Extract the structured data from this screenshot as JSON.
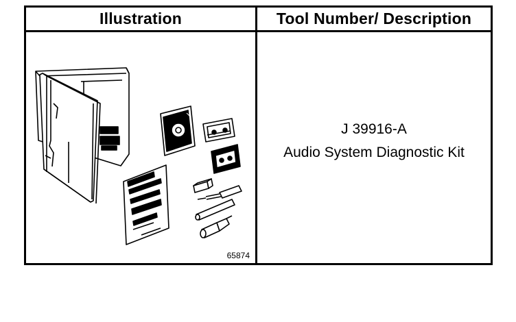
{
  "table": {
    "headers": {
      "illustration": "Illustration",
      "description": "Tool Number/ Description"
    },
    "row": {
      "figure_number": "65874",
      "tool_number": "J 39916-A",
      "tool_description": "Audio System Diagnostic Kit",
      "illustration_items": [
        "binder-case",
        "compact-disc",
        "cassette-tape",
        "cassette-adapter",
        "instruction-sheet",
        "small-connector",
        "probe-pin",
        "test-rod",
        "cylinder-adapter"
      ]
    }
  }
}
